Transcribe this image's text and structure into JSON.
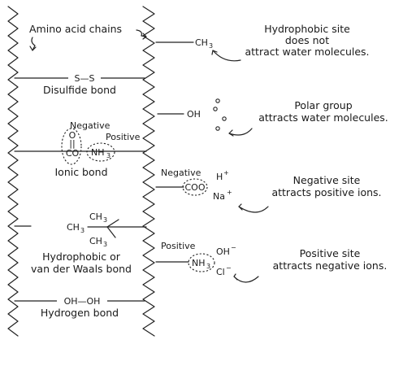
{
  "title_label": "Amino acid chains",
  "bonds": {
    "disulfide": {
      "formula": "S—S",
      "label": "Disulfide bond"
    },
    "ionic": {
      "negative": "Negative",
      "positive": "Positive",
      "o_top": "O",
      "double_bar": "||",
      "co": "CO",
      "nh3": "NH",
      "nh3_sub": "3",
      "label": "Ionic bond"
    },
    "hydrophobic": {
      "ch3_left": "CH",
      "ch3_top": "CH",
      "ch3_bottom": "CH",
      "sub": "3",
      "label_line1": "Hydrophobic  or",
      "label_line2": "van der Waals bond"
    },
    "hydrogen": {
      "formula": "OH—OH",
      "label": "Hydrogen bond"
    }
  },
  "sites": {
    "ch3": {
      "group": "CH",
      "sub": "3"
    },
    "oh": {
      "group": "OH"
    },
    "coo": {
      "sign": "Negative",
      "group": "COO",
      "h_ion": "H",
      "na_ion": "Na",
      "plus": "+"
    },
    "nh3": {
      "sign": "Positive",
      "group": "NH",
      "sub": "3",
      "oh_ion": "OH",
      "cl_ion": "Cl",
      "minus": "−"
    }
  },
  "annotations": {
    "hydrophobic_site": [
      "Hydrophobic site",
      "does not",
      "attract water molecules."
    ],
    "polar_group": [
      "Polar group",
      "attracts water molecules."
    ],
    "negative_site": [
      "Negative site",
      "attracts positive ions."
    ],
    "positive_site": [
      "Positive site",
      "attracts negative ions."
    ]
  }
}
